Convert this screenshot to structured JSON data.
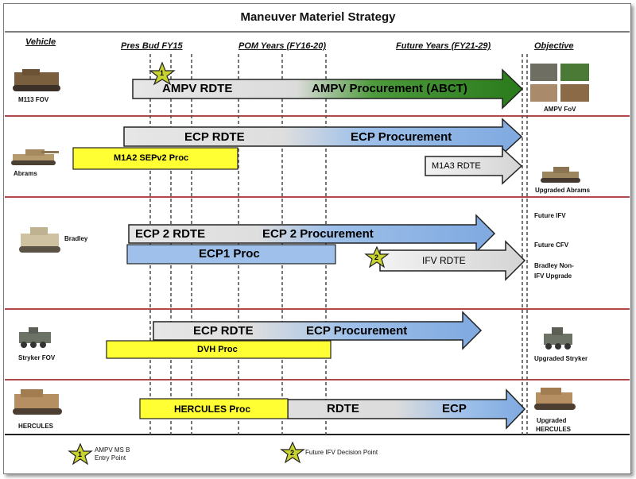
{
  "title": "Maneuver Materiel Strategy",
  "headers": {
    "vehicle": "Vehicle",
    "pres_bud": "Pres Bud FY15",
    "pom_years": "POM Years (FY16-20)",
    "future_years": "Future Years (FY21-29)",
    "objective": "Objective"
  },
  "colors": {
    "gray_bar": "#d9d9d9",
    "green_bar": "#2e7d1f",
    "blue_bar": "#8fb3e3",
    "yellow_bar": "#ffff33",
    "divider": "#b04a4a",
    "star": "#c8d230"
  },
  "rows": {
    "m113": {
      "vehicle": "M113 FOV",
      "rdte": "AMPV RDTE",
      "procurement": "AMPV Procurement (ABCT)",
      "objective": "AMPV FoV",
      "star_number": "1"
    },
    "abrams": {
      "vehicle": "Abrams",
      "rdte": "ECP RDTE",
      "procurement": "ECP Procurement",
      "proc": "M1A2 SEPv2 Proc",
      "future_rdte": "M1A3 RDTE",
      "objective": "Upgraded Abrams"
    },
    "bradley": {
      "vehicle": "Bradley",
      "rdte": "ECP 2 RDTE",
      "procurement": "ECP 2 Procurement",
      "proc": "ECP1 Proc",
      "future_rdte": "IFV RDTE",
      "star_number": "2",
      "objectives": [
        "Future IFV",
        "Future CFV",
        "Bradley Non-",
        "IFV Upgrade"
      ]
    },
    "stryker": {
      "vehicle": "Stryker FOV",
      "rdte": "ECP RDTE",
      "procurement": "ECP Procurement",
      "proc": "DVH Proc",
      "objective": "Upgraded Stryker"
    },
    "hercules": {
      "vehicle": "HERCULES",
      "proc": "HERCULES Proc",
      "rdte": "RDTE",
      "ecp": "ECP",
      "objective_line1": "Upgraded",
      "objective_line2": "HERCULES"
    }
  },
  "legend": {
    "item1_number": "1",
    "item1_line1": "AMPV MS B",
    "item1_line2": "Entry Point",
    "item2_number": "2",
    "item2_text": "Future IFV Decision Point"
  }
}
